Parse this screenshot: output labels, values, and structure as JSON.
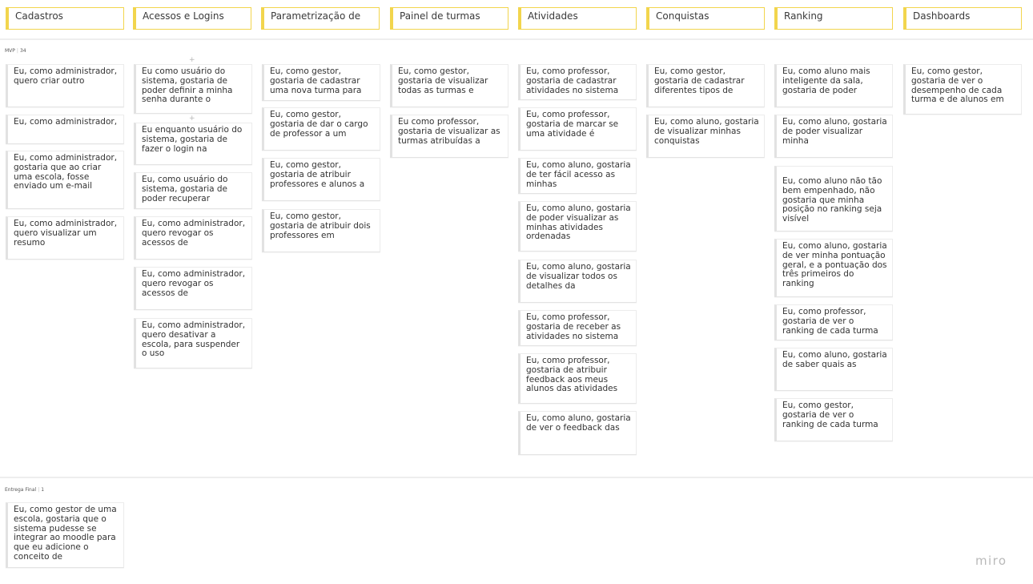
{
  "columns": [
    {
      "title": "Cadastros"
    },
    {
      "title": "Acessos e Logins"
    },
    {
      "title": "Parametrização de"
    },
    {
      "title": "Painel de turmas"
    },
    {
      "title": "Atividades"
    },
    {
      "title": "Conquistas"
    },
    {
      "title": "Ranking"
    },
    {
      "title": "Dashboards"
    }
  ],
  "swimlanes": [
    {
      "name": "MVP",
      "count": "34"
    },
    {
      "name": "Entrega Final",
      "count": "1"
    }
  ],
  "mvp": {
    "cadastros": [
      "Eu, como administrador, quero criar outro",
      "Eu, como administrador,",
      "Eu, como administrador, gostaria que ao criar uma escola, fosse enviado um e-mail",
      "Eu, como administrador, quero visualizar um resumo"
    ],
    "acessos": [
      "Eu como usuário do sistema, gostaria de poder definir a minha senha durante o",
      "Eu enquanto usuário do sistema, gostaria de fazer o login na",
      "Eu, como usuário do sistema, gostaria de poder recuperar",
      "Eu, como administrador, quero revogar os acessos de",
      "Eu, como administrador, quero revogar os acessos de",
      "Eu, como administrador, quero desativar a escola, para suspender o uso"
    ],
    "parametrizacao": [
      "Eu, como gestor, gostaria de cadastrar uma nova turma para",
      "Eu, como gestor, gostaria de dar o cargo de professor a um",
      "Eu, como gestor, gostaria de atribuir professores e alunos a",
      "Eu, como gestor, gostaria de atribuir dois professores em"
    ],
    "painel": [
      "Eu, como gestor, gostaria de visualizar todas as turmas e",
      "Eu como professor, gostaria de visualizar as turmas atribuídas a"
    ],
    "atividades": [
      "Eu, como professor, gostaria de cadastrar atividades no sistema",
      "Eu, como professor, gostaria de marcar se uma atividade é",
      "Eu, como aluno, gostaria de ter fácil acesso as minhas",
      "Eu, como aluno, gostaria de poder visualizar as minhas atividades ordenadas",
      "Eu, como aluno, gostaria de visualizar todos os detalhes da",
      "Eu, como professor, gostaria de receber as atividades no sistema",
      "Eu, como professor, gostaria de atribuir feedback aos meus alunos das atividades",
      "Eu, como aluno, gostaria de ver o feedback das"
    ],
    "conquistas": [
      "Eu, como gestor, gostaria de cadastrar diferentes tipos de",
      "Eu, como aluno, gostaria de visualizar minhas conquistas"
    ],
    "ranking": [
      "Eu, como aluno mais inteligente da sala, gostaria de poder",
      "Eu, como aluno, gostaria de poder visualizar minha",
      "Eu, como aluno não tão bem empenhado, não gostaria que minha posição no ranking seja visível",
      "Eu, como aluno, gostaria de ver minha pontuação geral, e a pontuação dos três primeiros do ranking",
      "Eu, como professor, gostaria de ver o ranking de cada turma",
      "Eu, como aluno, gostaria de saber quais as",
      "Eu, como gestor, gostaria de ver o ranking de cada turma"
    ],
    "dashboards": [
      "Eu, como gestor, gostaria de ver o desempenho de cada turma e de alunos em"
    ]
  },
  "entrega_final": {
    "cadastros": [
      "Eu, como gestor de uma escola, gostaria que o sistema pudesse se integrar ao moodle para que eu adicione o conceito de"
    ]
  },
  "plus_glyph": "+",
  "brand": {
    "logo_text": "miro"
  },
  "colors": {
    "header_border": "#f2d54d",
    "card_accent": "#e2e2e2",
    "divider": "#eeeeee"
  }
}
